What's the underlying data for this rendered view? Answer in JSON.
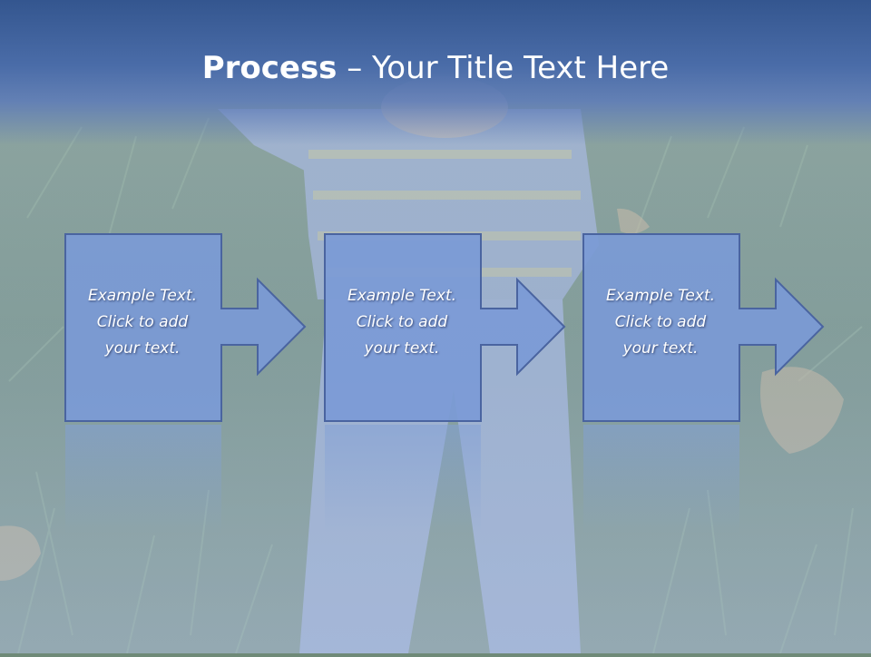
{
  "slide": {
    "title_bold": "Process",
    "title_rest": " – Your Title Text Here"
  },
  "steps": [
    {
      "line1": "Example Text.",
      "line2": "Click  to add",
      "line3": "your text."
    },
    {
      "line1": "Example Text.",
      "line2": "Click  to add",
      "line3": "your text."
    },
    {
      "line1": "Example Text.",
      "line2": "Click  to add",
      "line3": "your text."
    }
  ],
  "colors": {
    "title_bar": "#3f619e",
    "box_fill": "#7b9ad6",
    "box_stroke": "#4a64a0"
  }
}
